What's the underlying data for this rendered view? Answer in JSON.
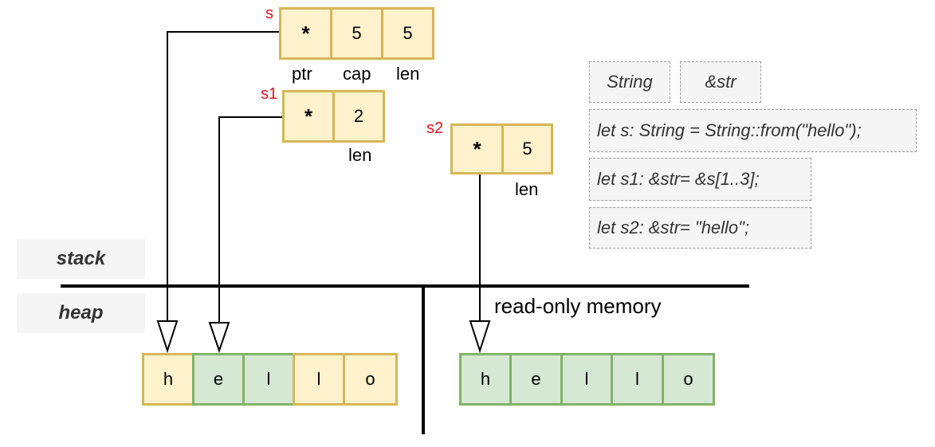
{
  "regions": {
    "stack": "stack",
    "heap": "heap",
    "readonly": "read-only memory"
  },
  "s": {
    "name": "s",
    "cells": [
      "*",
      "5",
      "5"
    ],
    "fields": [
      "ptr",
      "cap",
      "len"
    ]
  },
  "s1": {
    "name": "s1",
    "cells": [
      "*",
      "2"
    ],
    "fields": [
      "len"
    ]
  },
  "s2": {
    "name": "s2",
    "cells": [
      "*",
      "5"
    ],
    "fields": [
      "len"
    ]
  },
  "heap_chars": [
    "h",
    "e",
    "l",
    "l",
    "o"
  ],
  "readonly_chars": [
    "h",
    "e",
    "l",
    "l",
    "o"
  ],
  "legend": {
    "string_type": "String",
    "str_type": "&str"
  },
  "code": [
    "let s: String = String::from(\"hello\");",
    "let s1: &str= &s[1..3];",
    "let s2: &str= \"hello\";"
  ],
  "colors": {
    "owned_fill": "#fff2cc",
    "owned_border": "#d6b656",
    "borrowed_fill": "#d5e8d4",
    "borrowed_border": "#82b366",
    "var_name": "#e0141e"
  }
}
